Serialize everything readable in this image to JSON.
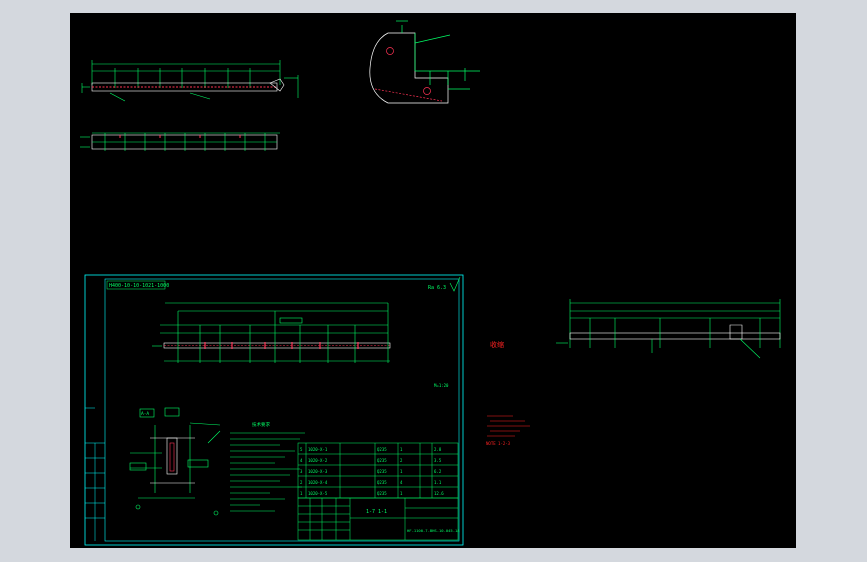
{
  "colors": {
    "background": "#000000",
    "frame": "#00ffff",
    "dimension": "#00ff66",
    "part": "#ffffff",
    "weld": "#ff3355",
    "note_red": "#ff2222",
    "chrome": "#d4d8de"
  },
  "drawing": {
    "bottom_sheet": {
      "title_banner": "H400-10-10-1021-1000",
      "roughness_note": "Ra 6.3",
      "scale_note": "M=1:20",
      "section_label": "A-A",
      "drawing_number": "1-7 1-1",
      "title_block_name": "HF-1100-7-BHS-10-045-1A",
      "parts_rows": [
        [
          "5",
          "1020-X-1",
          "Q235",
          "1",
          "2.8"
        ],
        [
          "4",
          "1020-X-2",
          "Q235",
          "2",
          "3.5"
        ],
        [
          "3",
          "1020-X-3",
          "Q235",
          "1",
          "6.2"
        ],
        [
          "2",
          "1020-X-4",
          "Q235",
          "4",
          "1.1"
        ],
        [
          "1",
          "1020-X-5",
          "Q235",
          "1",
          "12.6"
        ]
      ],
      "tech_requirements_title": "技术要求"
    },
    "loose_labels": {
      "red_stamp": "收缩",
      "red_note": "NOTE 1-2-3"
    }
  }
}
